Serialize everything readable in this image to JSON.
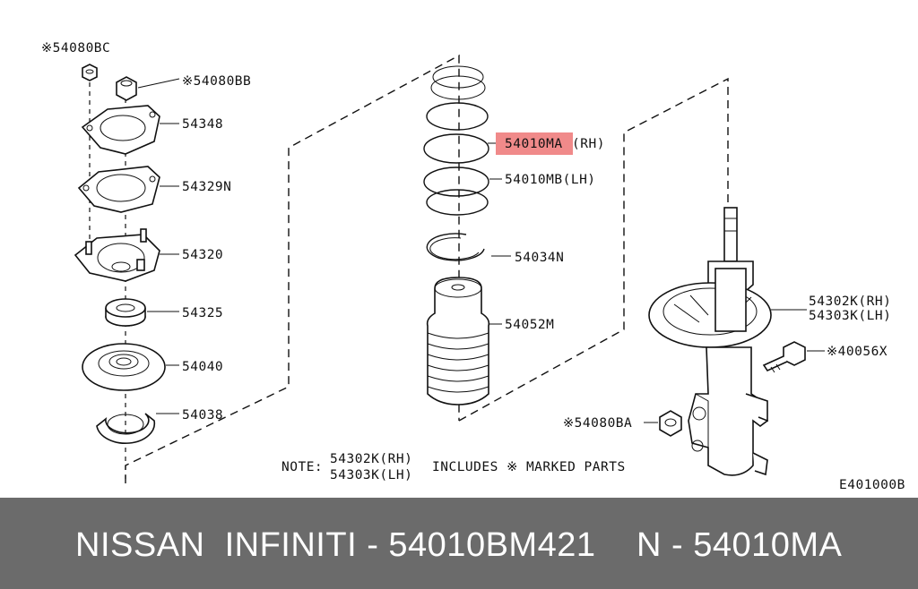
{
  "diagram": {
    "labels": {
      "bc": "※54080BC",
      "bb": "※54080BB",
      "p54348": "54348",
      "p54329n": "54329N",
      "p54320": "54320",
      "p54325": "54325",
      "p54040": "54040",
      "p54038": "54038",
      "ma": "54010MA",
      "ma_suffix": "(RH)",
      "mb": "54010MB(LH)",
      "p54034n": "54034N",
      "p54052m": "54052M",
      "k_rh": "54302K(RH)",
      "k_lh": "54303K(LH)",
      "x40056": "※40056X",
      "ba": "※54080BA",
      "note_prefix": "NOTE:",
      "note_rh": "54302K(RH)",
      "note_lh": "54303K(LH)",
      "note_text": "INCLUDES ※ MARKED PARTS",
      "code": "E401000B"
    },
    "highlight_color": "#f08a8a"
  },
  "footer": {
    "brand_part": "NISSAN  INFINITI - 54010BM421",
    "alt_part": "N - 54010MA",
    "background": "#6b6b6b"
  }
}
